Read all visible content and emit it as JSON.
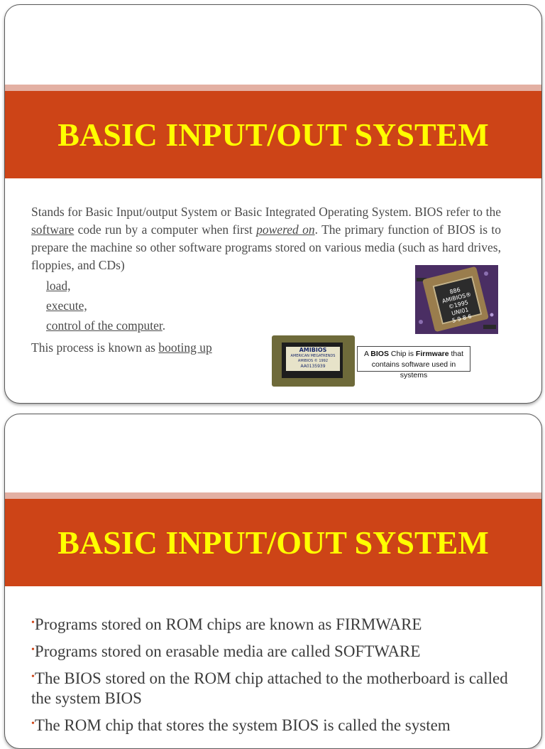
{
  "slides": [
    {
      "title": "BASIC INPUT/OUT SYSTEM",
      "para": {
        "t1": "Stands for Basic Input/output System or Basic Integrated Operating System. BIOS refer to the ",
        "l1": "software",
        "t2": " code run by a computer when first ",
        "l2": "powered on",
        "t3": ". The primary function of BIOS is to prepare the machine so other software programs stored on various media (such as hard drives, floppies, and CDs)"
      },
      "items": [
        "load,",
        "execute,",
        "control of the computer"
      ],
      "items_tail": ".",
      "process_text": "This process is known as ",
      "process_link": "booting up",
      "chip1_label": {
        "l1": "886",
        "l2": "AMIBIOS®",
        "l3": "©1995",
        "l4": "UNI01",
        "l5": "5 9 8 6"
      },
      "chip2_label": {
        "l1": "AMIBIOS",
        "l2": "AMERICAN MEGATRENDS",
        "l3": "AMIBIOS © 1992",
        "l4": "AA0135939"
      },
      "caption": {
        "a": "A ",
        "b": "BIOS",
        "c": " Chip is ",
        "d": "Firmware",
        "e": " that",
        "f": "contains software used in systems"
      }
    },
    {
      "title": "BASIC INPUT/OUT SYSTEM",
      "bullets": [
        "Programs stored on ROM chips are known as FIRMWARE",
        "Programs stored on erasable media are called SOFTWARE",
        "The BIOS stored on the ROM chip attached to the motherboard is called the system BIOS",
        "The ROM chip that stores the system BIOS is called the system"
      ]
    }
  ],
  "colors": {
    "title_band": "#cd4417",
    "title_text": "#ffff00",
    "accent_line": "#e3b0a3"
  }
}
